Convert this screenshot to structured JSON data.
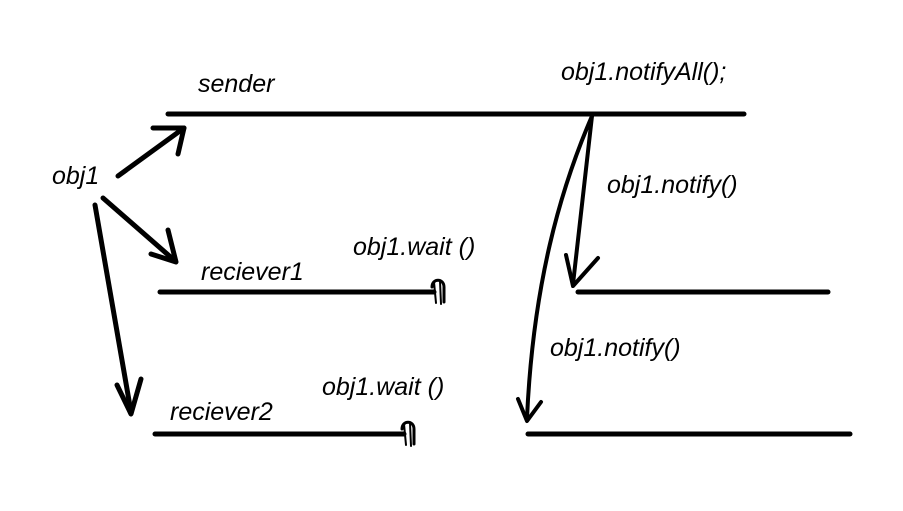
{
  "labels": {
    "obj": "obj1",
    "sender": "sender",
    "receiver1": "reciever1",
    "receiver2": "reciever2",
    "notify_all": "obj1.notifyAll();",
    "notify_1": "obj1.notify()",
    "notify_2": "obj1.notify()",
    "wait_1": "obj1.wait ()",
    "wait_2": "obj1.wait ()"
  },
  "colors": {
    "ink": "#000000",
    "background": "#ffffff"
  }
}
